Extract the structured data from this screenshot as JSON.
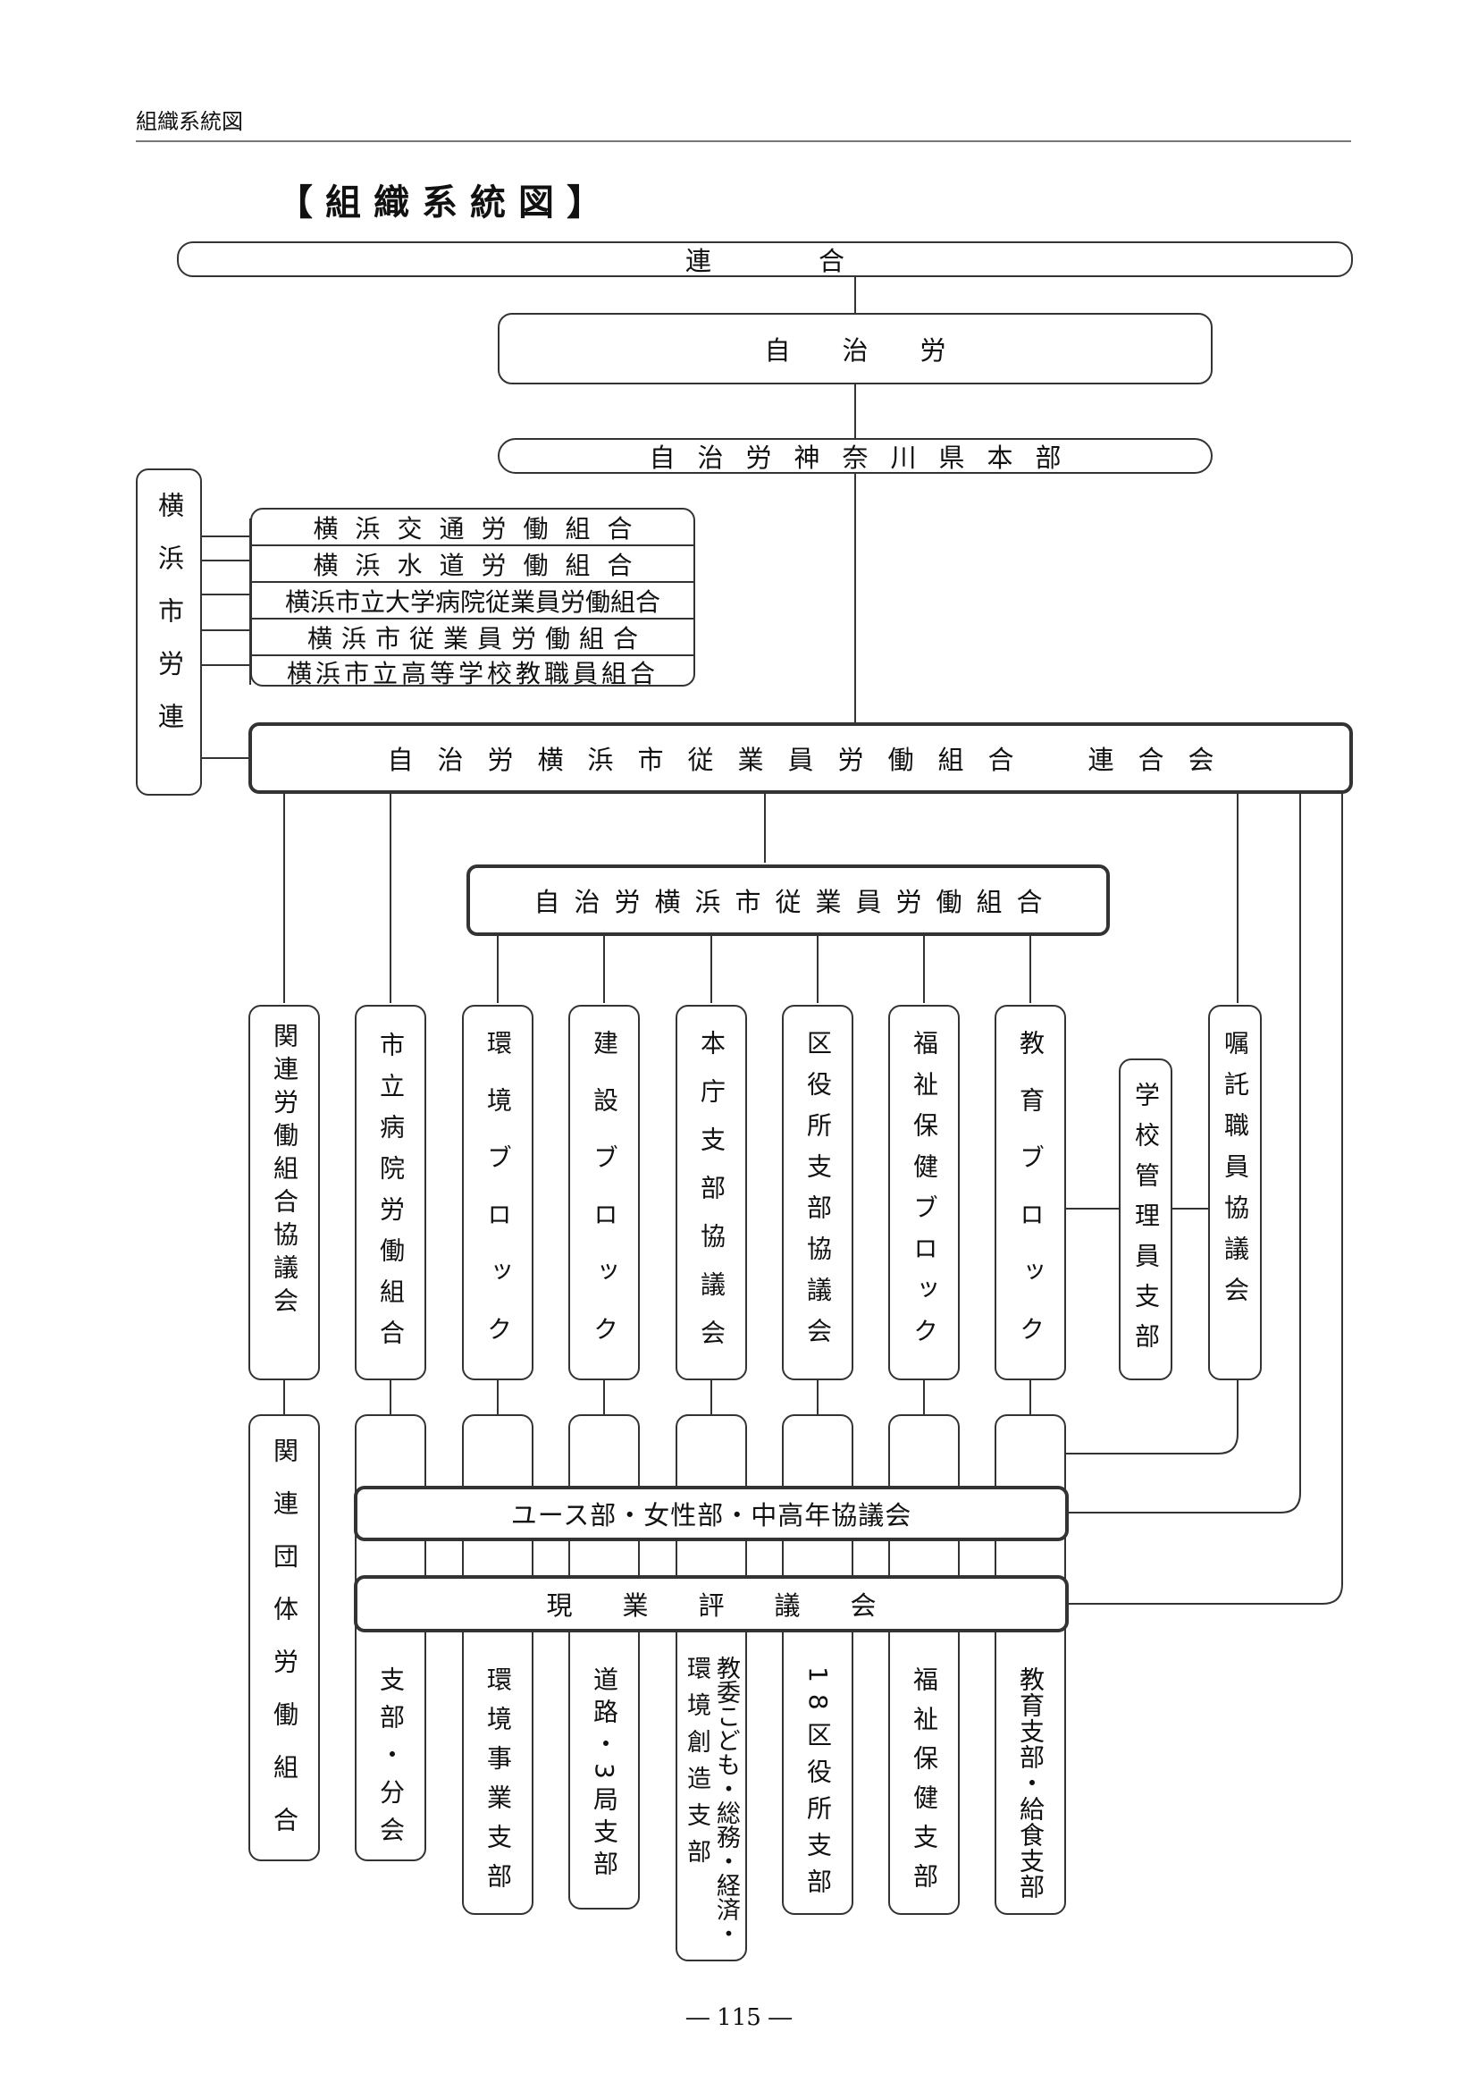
{
  "header": {
    "section": "組織系統図"
  },
  "title": "【組織系統図】",
  "page_number": "― 115 ―",
  "nodes": {
    "rengo": "連合",
    "jichiro": "自治労",
    "kanagawa": "自治労神奈川県本部",
    "rorenLabel": "横浜市労連",
    "roren": [
      "横浜交通労働組合",
      "横浜水道労働組合",
      "横浜市立大学病院従業員労働組合",
      "横浜市従業員労働組合",
      "横浜市立高等学校教職員組合"
    ],
    "rengokai": "自治労横浜市従業員労働組合　連合会",
    "shiju": "自治労横浜市従業員労働組合",
    "level3": {
      "kanren_rodo": "関連労働組合協議会",
      "shiritsu_byoin": "市立病院労働組合",
      "kankyo_block": "環境ブロック",
      "kensetsu_block": "建設ブロック",
      "honcho": "本庁支部協議会",
      "kuyakusho": "区役所支部協議会",
      "fukushi_block": "福祉保健ブロック",
      "kyoiku_block": "教育ブロック",
      "gakko_kanri": "学校管理員支部",
      "shokutaku": "嘱託職員協議会"
    },
    "youth": "ユース部・女性部・中高年協議会",
    "gengyo": "現業評議会",
    "level4": {
      "kanren_dantai": "関連団体労働組合",
      "shibu_bunkai": "支部・分会",
      "kankyo_jigyo": "環境事業支部",
      "doro": "道路・3局支部",
      "kyoi_col1": "教委こども・総務・経済・",
      "kyoi_col2": "環境創造支部",
      "kuyakusho18": "18区役所支部",
      "fukushi_shibu": "福祉保健支部",
      "kyoiku_shibu": "教育支部・給食支部"
    }
  }
}
